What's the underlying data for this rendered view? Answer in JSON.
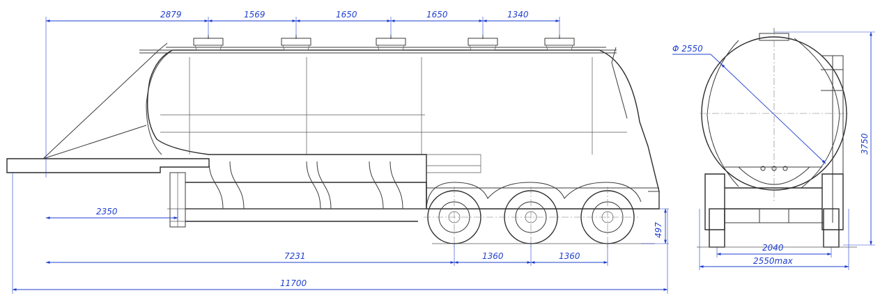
{
  "colors": {
    "dimension": "#1f3fd0",
    "outline": "#3a3a3a",
    "background": "#ffffff"
  },
  "dimensions": {
    "hatch_spacing": [
      "2879",
      "1569",
      "1650",
      "1650",
      "1340"
    ],
    "king_pin": "2350",
    "axle_from_kingpin": "7231",
    "axle_spacing": [
      "1360",
      "1360"
    ],
    "frame_height": "497",
    "overall_length": "11700",
    "tank_diameter": "Φ 2550",
    "overall_height": "3750",
    "track": "2040",
    "overall_width": "2550max"
  }
}
